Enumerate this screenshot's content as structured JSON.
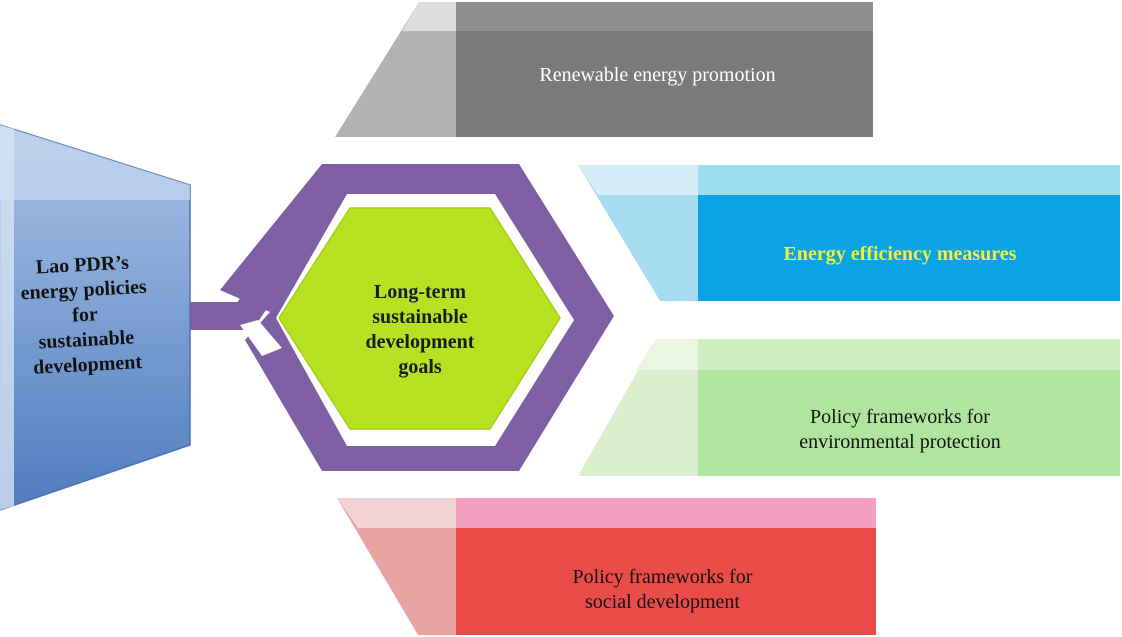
{
  "source": {
    "lines": [
      "Lao PDR’s",
      "energy policies",
      "for",
      "sustainable",
      "development"
    ]
  },
  "center": {
    "lines": [
      "Long-term",
      "sustainable",
      "development",
      "goals"
    ]
  },
  "branches": [
    {
      "id": "renewable",
      "lines": [
        "Renewable energy promotion"
      ],
      "color": "#7a7a7a"
    },
    {
      "id": "efficiency",
      "lines": [
        "Energy efficiency measures"
      ],
      "color": "#0aa3e6"
    },
    {
      "id": "environment",
      "lines": [
        "Policy frameworks for",
        "environmental protection"
      ],
      "color": "#b0e59e"
    },
    {
      "id": "social",
      "lines": [
        "Policy frameworks for",
        "social development"
      ],
      "color": "#e94b48"
    }
  ],
  "colors": {
    "source_panel": "#5f88c6",
    "hexagon_ring": "#7e5fa4",
    "hexagon_fill": "#b6e221",
    "efficiency_text": "#f4f03a"
  }
}
